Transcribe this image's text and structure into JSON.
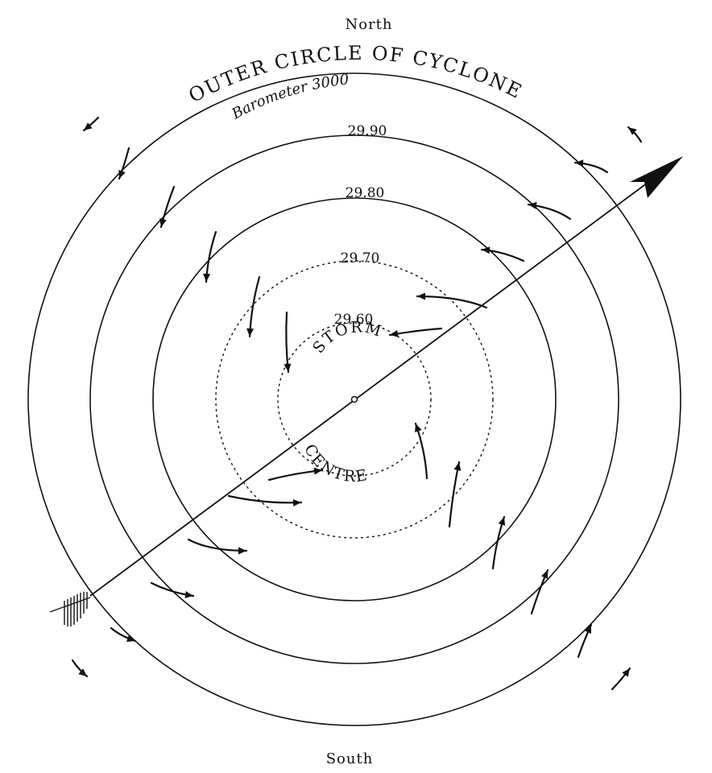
{
  "compass": {
    "north": "North",
    "south": "South"
  },
  "title": "OUTER CIRCLE OF CYCLONE",
  "barometer_label": "Barometer 3000",
  "isobars": [
    "29.90",
    "29.80",
    "29.70",
    "29.60"
  ],
  "centre": {
    "top_word": "STORM",
    "bottom_word": "CENTRE"
  }
}
